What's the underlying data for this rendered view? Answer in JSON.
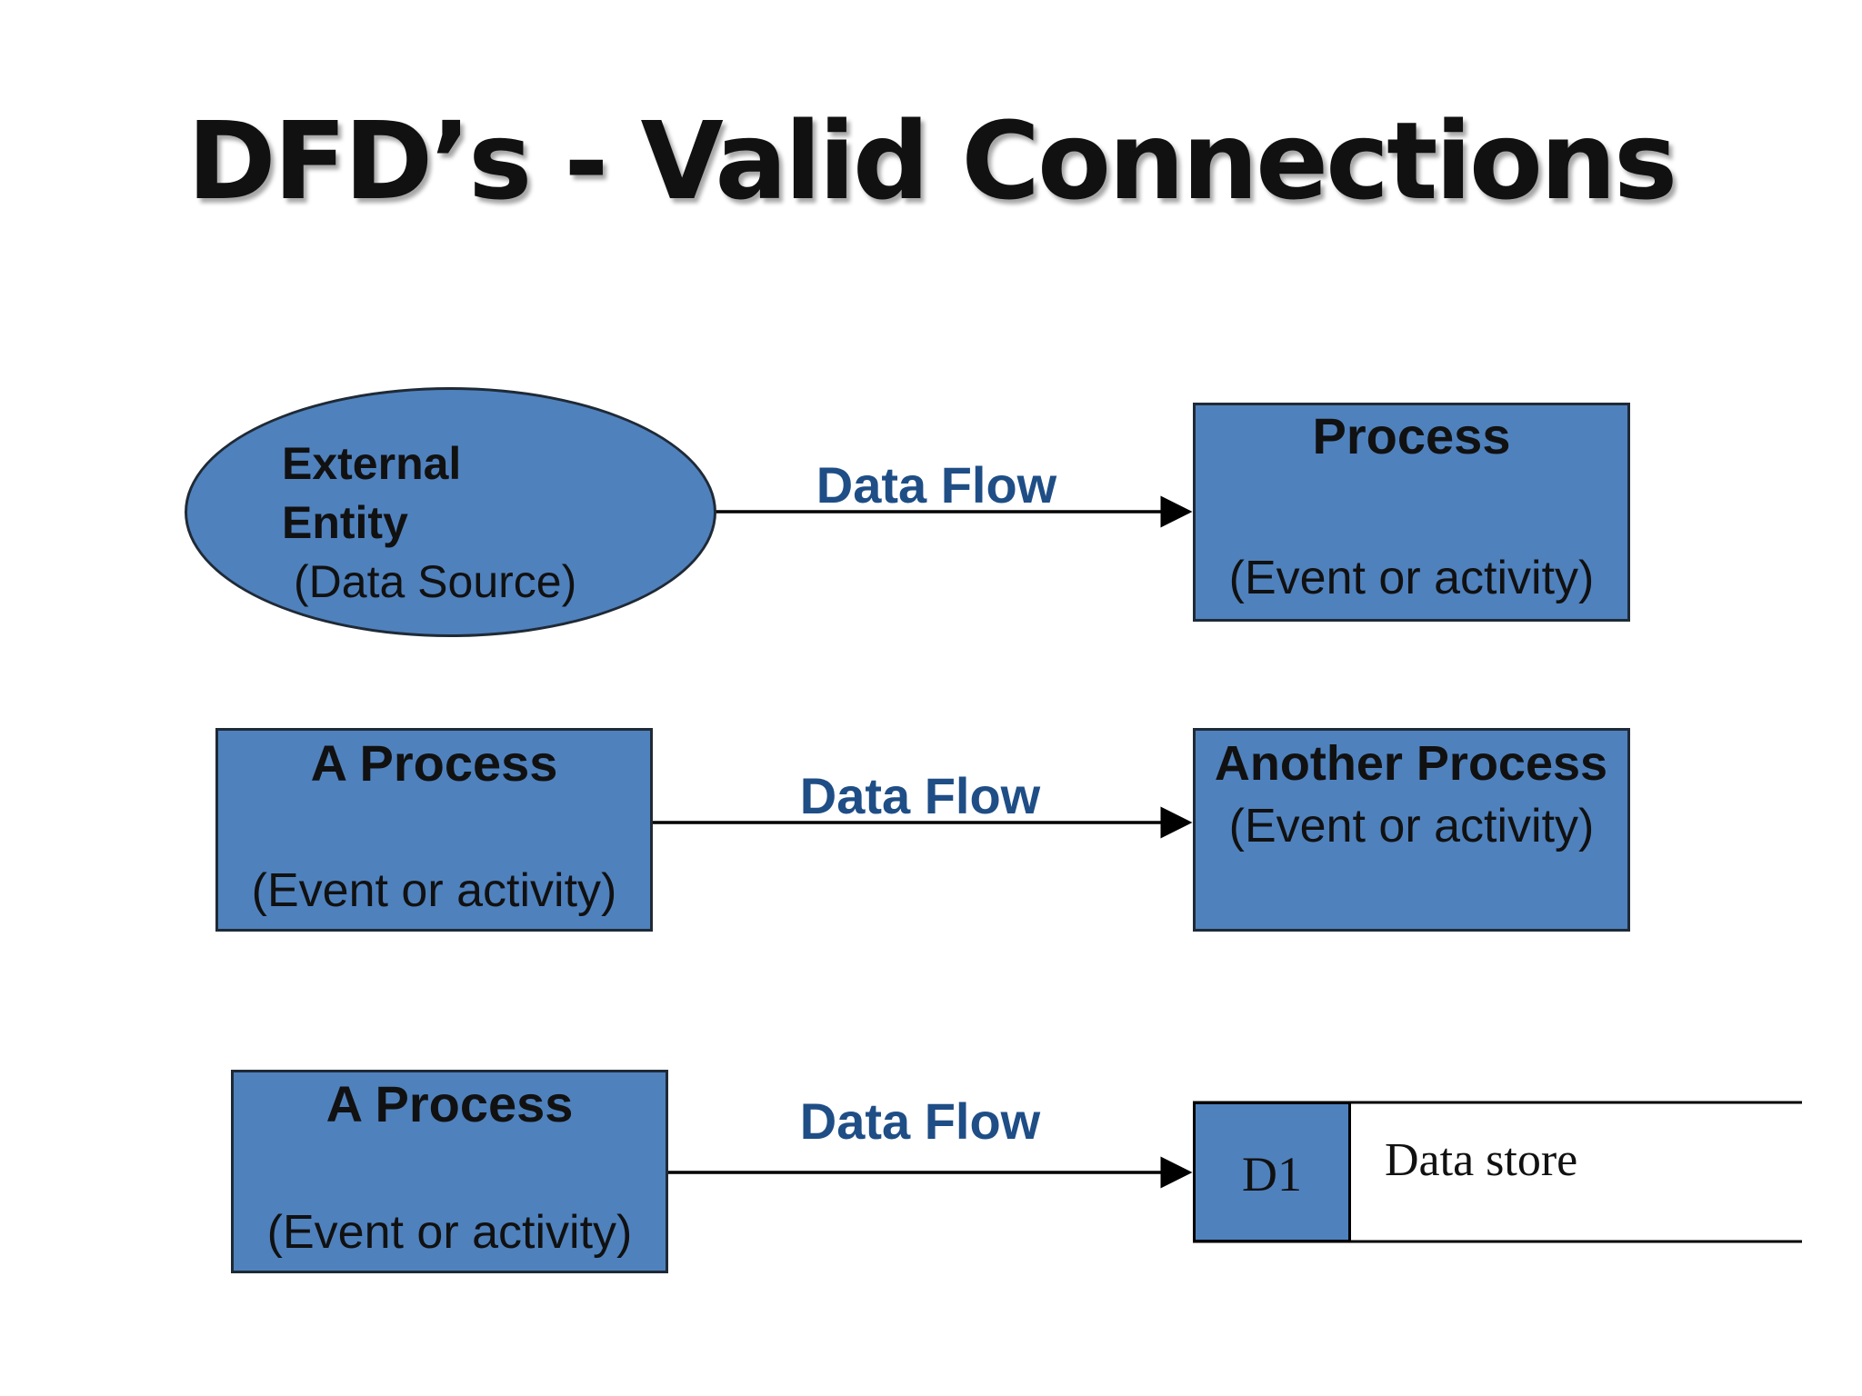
{
  "title": "DFD’s - Valid Connections",
  "rows": [
    {
      "source": {
        "label_line1": "External",
        "label_line2": "Entity",
        "sublabel": "(Data Source)"
      },
      "flow_label": "Data Flow",
      "target": {
        "label": "Process",
        "sublabel": "(Event or activity)"
      }
    },
    {
      "source": {
        "label": "A Process",
        "sublabel": "(Event or activity)"
      },
      "flow_label": "Data Flow",
      "target": {
        "label": "Another Process",
        "sublabel": "(Event or activity)"
      }
    },
    {
      "source": {
        "label": "A Process",
        "sublabel": "(Event or activity)"
      },
      "flow_label": "Data Flow",
      "target": {
        "id": "D1",
        "label": "Data store"
      }
    }
  ],
  "colors": {
    "shape_fill": "#4f81bd",
    "flow_text": "#1f4e86"
  }
}
